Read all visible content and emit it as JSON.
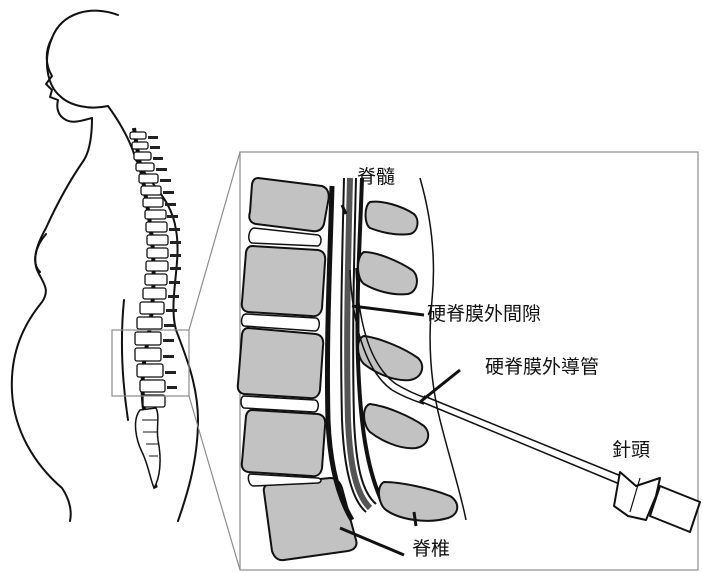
{
  "labels": {
    "spinal_cord": "脊髓",
    "epidural_space": "硬脊膜外間隙",
    "epidural_catheter": "硬脊膜外導管",
    "needle": "針頭",
    "vertebra": "脊椎"
  },
  "colors": {
    "outline": "#111111",
    "bone_fill": "#c2c2c2",
    "zoom_frame": "#8c8c8c",
    "background": "#ffffff"
  }
}
